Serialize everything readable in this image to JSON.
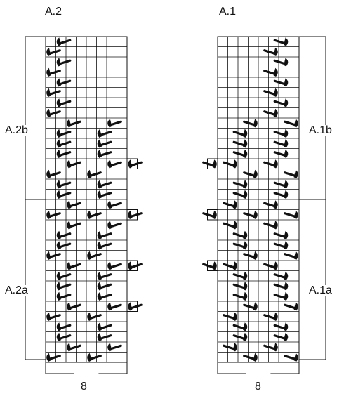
{
  "charts": [
    {
      "title": "A.2",
      "upper_section": "A.2b",
      "lower_section": "A.2a",
      "stitch_count": "8",
      "columns": 8,
      "side": "left",
      "stitches": [
        {
          "row": 1,
          "col": 2
        },
        {
          "row": 2,
          "col": 1
        },
        {
          "row": 3,
          "col": 2
        },
        {
          "row": 4,
          "col": 1
        },
        {
          "row": 5,
          "col": 2
        },
        {
          "row": 6,
          "col": 1
        },
        {
          "row": 7,
          "col": 2
        },
        {
          "row": 8,
          "col": 1
        },
        {
          "row": 9,
          "col": 3
        },
        {
          "row": 9,
          "col": 7
        },
        {
          "row": 10,
          "col": 2
        },
        {
          "row": 10,
          "col": 6
        },
        {
          "row": 11,
          "col": 2
        },
        {
          "row": 11,
          "col": 6
        },
        {
          "row": 12,
          "col": 2
        },
        {
          "row": 12,
          "col": 6
        },
        {
          "row": 13,
          "col": 3
        },
        {
          "row": 13,
          "col": 7
        },
        {
          "row": 13,
          "col": 9
        },
        {
          "row": 14,
          "col": 1
        },
        {
          "row": 14,
          "col": 5
        },
        {
          "row": 15,
          "col": 2
        },
        {
          "row": 15,
          "col": 6
        },
        {
          "row": 16,
          "col": 2
        },
        {
          "row": 16,
          "col": 6
        },
        {
          "row": 17,
          "col": 3
        },
        {
          "row": 17,
          "col": 7
        },
        {
          "row": 18,
          "col": 1
        },
        {
          "row": 18,
          "col": 5
        },
        {
          "row": 18,
          "col": 9
        },
        {
          "row": 19,
          "col": 3
        },
        {
          "row": 19,
          "col": 7
        },
        {
          "row": 20,
          "col": 2
        },
        {
          "row": 20,
          "col": 6
        },
        {
          "row": 21,
          "col": 2
        },
        {
          "row": 21,
          "col": 6
        },
        {
          "row": 22,
          "col": 1
        },
        {
          "row": 22,
          "col": 5
        },
        {
          "row": 23,
          "col": 3
        },
        {
          "row": 23,
          "col": 7
        },
        {
          "row": 23,
          "col": 9
        },
        {
          "row": 24,
          "col": 2
        },
        {
          "row": 24,
          "col": 6
        },
        {
          "row": 25,
          "col": 2
        },
        {
          "row": 25,
          "col": 6
        },
        {
          "row": 26,
          "col": 2
        },
        {
          "row": 26,
          "col": 6
        },
        {
          "row": 27,
          "col": 3
        },
        {
          "row": 27,
          "col": 7
        },
        {
          "row": 27,
          "col": 9
        },
        {
          "row": 28,
          "col": 1
        },
        {
          "row": 28,
          "col": 5
        },
        {
          "row": 29,
          "col": 2
        },
        {
          "row": 29,
          "col": 6
        },
        {
          "row": 30,
          "col": 2
        },
        {
          "row": 30,
          "col": 6
        },
        {
          "row": 31,
          "col": 3
        },
        {
          "row": 31,
          "col": 7
        },
        {
          "row": 32,
          "col": 1
        },
        {
          "row": 32,
          "col": 5
        }
      ]
    },
    {
      "title": "A.1",
      "upper_section": "A.1b",
      "lower_section": "A.1a",
      "stitch_count": "8",
      "columns": 8,
      "side": "right",
      "stitches": [
        {
          "row": 1,
          "col": 7
        },
        {
          "row": 2,
          "col": 6
        },
        {
          "row": 3,
          "col": 7
        },
        {
          "row": 4,
          "col": 6
        },
        {
          "row": 5,
          "col": 7
        },
        {
          "row": 6,
          "col": 6
        },
        {
          "row": 7,
          "col": 7
        },
        {
          "row": 8,
          "col": 6
        },
        {
          "row": 9,
          "col": 4
        },
        {
          "row": 9,
          "col": 8
        },
        {
          "row": 10,
          "col": 3
        },
        {
          "row": 10,
          "col": 7
        },
        {
          "row": 11,
          "col": 3
        },
        {
          "row": 11,
          "col": 7
        },
        {
          "row": 12,
          "col": 3
        },
        {
          "row": 12,
          "col": 7
        },
        {
          "row": 13,
          "col": 0
        },
        {
          "row": 13,
          "col": 2
        },
        {
          "row": 13,
          "col": 6
        },
        {
          "row": 14,
          "col": 4
        },
        {
          "row": 14,
          "col": 8
        },
        {
          "row": 15,
          "col": 3
        },
        {
          "row": 15,
          "col": 7
        },
        {
          "row": 16,
          "col": 3
        },
        {
          "row": 16,
          "col": 7
        },
        {
          "row": 17,
          "col": 2
        },
        {
          "row": 17,
          "col": 6
        },
        {
          "row": 18,
          "col": 0
        },
        {
          "row": 18,
          "col": 4
        },
        {
          "row": 18,
          "col": 8
        },
        {
          "row": 19,
          "col": 2
        },
        {
          "row": 19,
          "col": 6
        },
        {
          "row": 20,
          "col": 3
        },
        {
          "row": 20,
          "col": 7
        },
        {
          "row": 21,
          "col": 3
        },
        {
          "row": 21,
          "col": 7
        },
        {
          "row": 22,
          "col": 4
        },
        {
          "row": 22,
          "col": 8
        },
        {
          "row": 23,
          "col": 0
        },
        {
          "row": 23,
          "col": 2
        },
        {
          "row": 23,
          "col": 6
        },
        {
          "row": 24,
          "col": 3
        },
        {
          "row": 24,
          "col": 7
        },
        {
          "row": 25,
          "col": 3
        },
        {
          "row": 25,
          "col": 7
        },
        {
          "row": 26,
          "col": 3
        },
        {
          "row": 26,
          "col": 7
        },
        {
          "row": 27,
          "col": 4
        },
        {
          "row": 27,
          "col": 8
        },
        {
          "row": 28,
          "col": 2
        },
        {
          "row": 28,
          "col": 6
        },
        {
          "row": 29,
          "col": 3
        },
        {
          "row": 29,
          "col": 7
        },
        {
          "row": 30,
          "col": 3
        },
        {
          "row": 30,
          "col": 7
        },
        {
          "row": 31,
          "col": 2
        },
        {
          "row": 31,
          "col": 6
        },
        {
          "row": 32,
          "col": 4
        },
        {
          "row": 32,
          "col": 8
        }
      ]
    }
  ],
  "colors": {
    "ink": "#111111",
    "background": "#ffffff"
  }
}
